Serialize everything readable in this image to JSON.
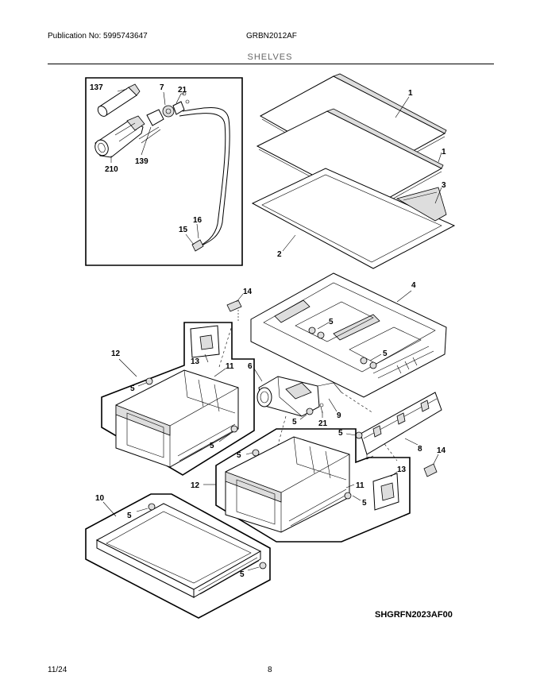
{
  "header": {
    "publication": "Publication No: 5995743647",
    "model": "GRBN2012AF",
    "section_title": "SHELVES"
  },
  "footer": {
    "diagram_code": "SHGRFN2023AF00",
    "date": "11/24",
    "page_number": "8"
  },
  "callouts": {
    "c137": "137",
    "c7": "7",
    "c21_top": "21",
    "c210": "210",
    "c139": "139",
    "c16": "16",
    "c15": "15",
    "c1_a": "1",
    "c1_b": "1",
    "c3": "3",
    "c2": "2",
    "c14_a": "14",
    "c4": "4",
    "c5_a": "5",
    "c5_b": "5",
    "c12_a": "12",
    "c13_a": "13",
    "c11_a": "11",
    "c6": "6",
    "c5_c": "5",
    "c5_d": "5",
    "c9": "9",
    "c21_mid": "21",
    "c5_e": "5",
    "c5_f": "5",
    "c8": "8",
    "c14_b": "14",
    "c5_g": "5",
    "c13_b": "13",
    "c12_b": "12",
    "c11_b": "11",
    "c5_h": "5",
    "c10": "10",
    "c5_i": "5",
    "c5_j": "5"
  }
}
